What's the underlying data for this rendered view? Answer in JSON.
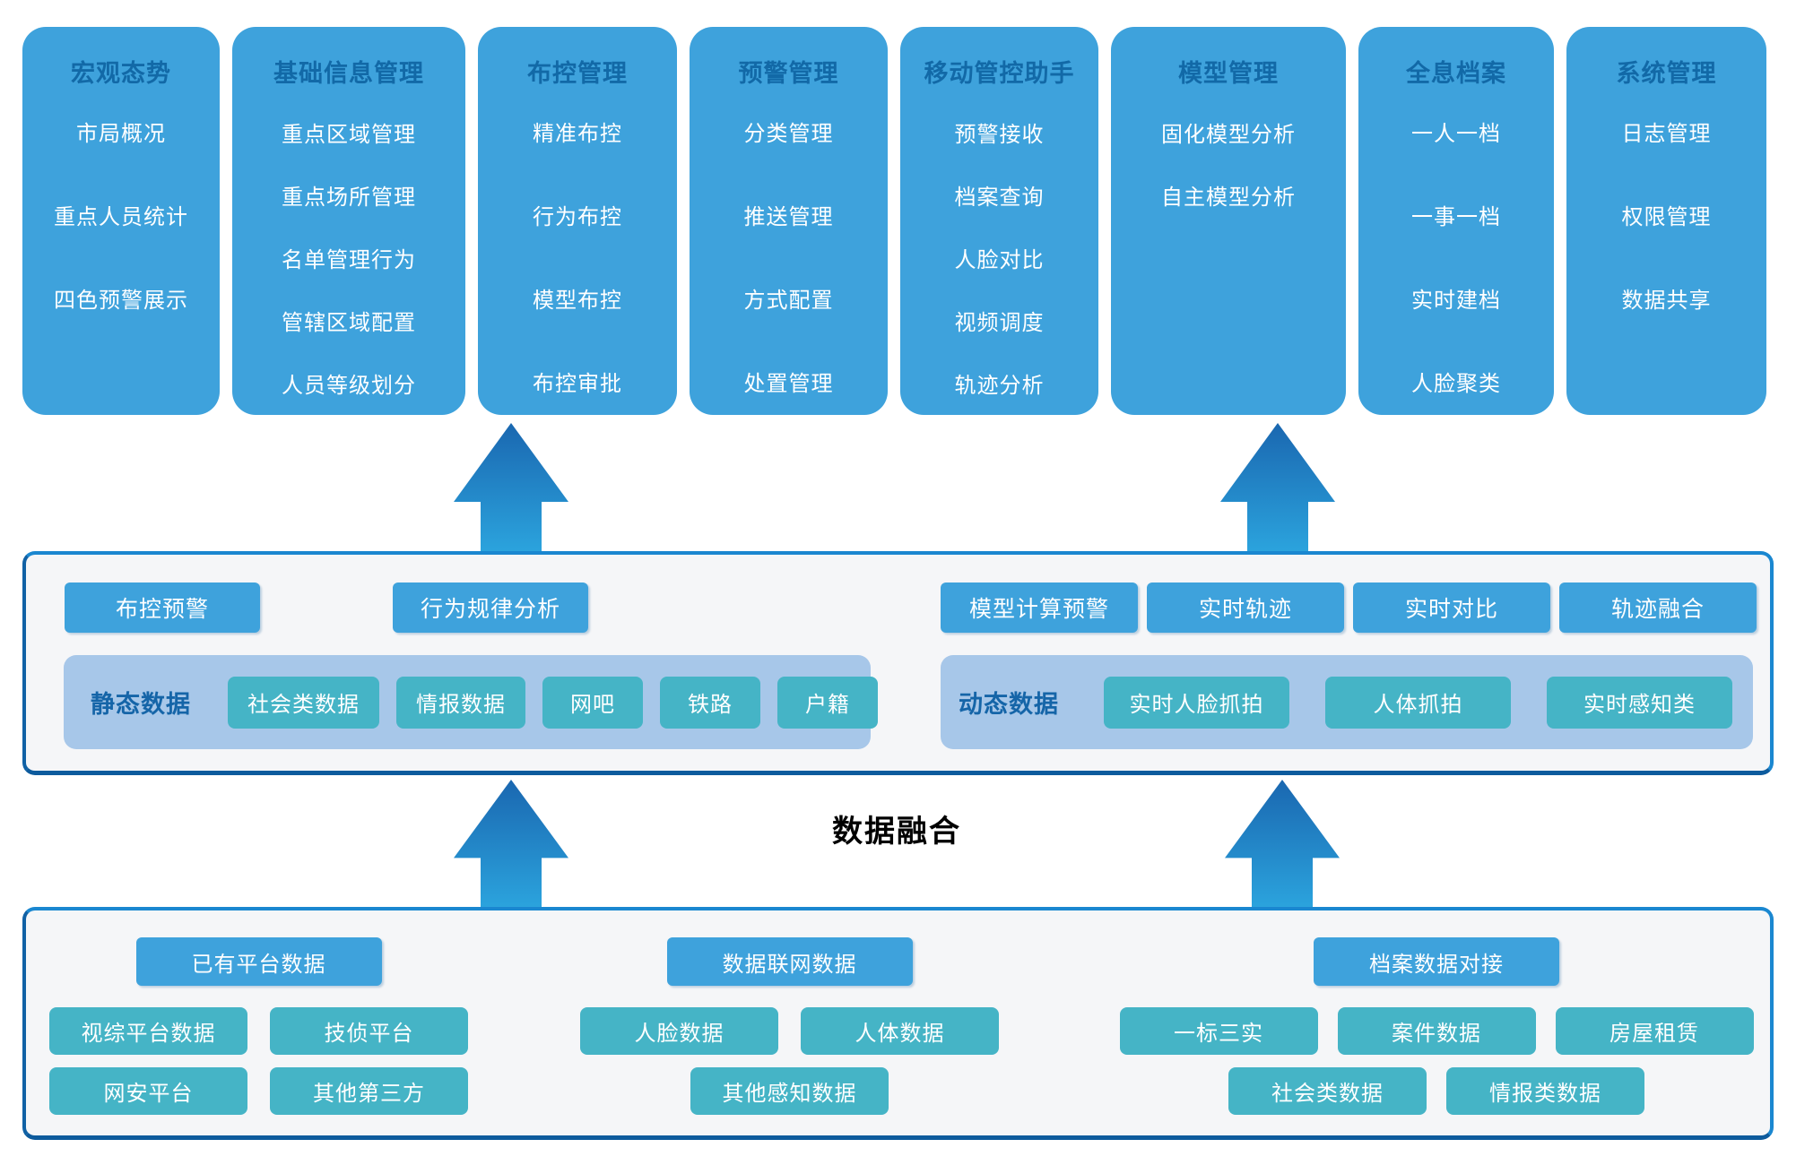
{
  "colors": {
    "module_blue": "#3ea2dc",
    "title_dark_blue": "#1269a7",
    "frame_border_blue": "#1a87d0",
    "frame_bg": "#f5f6f8",
    "strip_periwinkle": "#a7c7e9",
    "teal": "#45b4c6",
    "arrow_gradient_top": "#1a67b0",
    "arrow_gradient_bottom": "#2ba3dd",
    "fusion_text": "#000000"
  },
  "top_modules": [
    {
      "title": "宏观态势",
      "items": [
        "市局概况",
        "重点人员统计",
        "四色预警展示"
      ]
    },
    {
      "title": "基础信息管理",
      "items": [
        "重点区域管理",
        "重点场所管理",
        "名单管理行为",
        "管辖区域配置",
        "人员等级划分"
      ]
    },
    {
      "title": "布控管理",
      "items": [
        "精准布控",
        "行为布控",
        "模型布控",
        "布控审批"
      ]
    },
    {
      "title": "预警管理",
      "items": [
        "分类管理",
        "推送管理",
        "方式配置",
        "处置管理"
      ]
    },
    {
      "title": "移动管控助手",
      "items": [
        "预警接收",
        "档案查询",
        "人脸对比",
        "视频调度",
        "轨迹分析"
      ]
    },
    {
      "title": "模型管理",
      "items": [
        "固化模型分析",
        "自主模型分析"
      ]
    },
    {
      "title": "全息档案",
      "items": [
        "一人一档",
        "一事一档",
        "实时建档",
        "人脸聚类"
      ]
    },
    {
      "title": "系统管理",
      "items": [
        "日志管理",
        "权限管理",
        "数据共享"
      ]
    }
  ],
  "analysis_layer": {
    "left_buttons": [
      "布控预警",
      "行为规律分析"
    ],
    "right_buttons": [
      "模型计算预警",
      "实时轨迹",
      "实时对比",
      "轨迹融合"
    ],
    "static_group": {
      "label": "静态数据",
      "items": [
        "社会类数据",
        "情报数据",
        "网吧",
        "铁路",
        "户籍"
      ]
    },
    "dynamic_group": {
      "label": "动态数据",
      "items": [
        "实时人脸抓拍",
        "人体抓拍",
        "实时感知类"
      ]
    }
  },
  "fusion_label": "数据融合",
  "data_layer": {
    "groups": [
      {
        "header": "已有平台数据",
        "rows": [
          [
            "视综平台数据",
            "技侦平台"
          ],
          [
            "网安平台",
            "其他第三方"
          ]
        ]
      },
      {
        "header": "数据联网数据",
        "rows": [
          [
            "人脸数据",
            "人体数据"
          ],
          [
            "其他感知数据"
          ]
        ]
      },
      {
        "header": "档案数据对接",
        "rows": [
          [
            "一标三实",
            "案件数据",
            "房屋租赁"
          ],
          [
            "社会类数据",
            "情报类数据"
          ]
        ]
      }
    ]
  }
}
